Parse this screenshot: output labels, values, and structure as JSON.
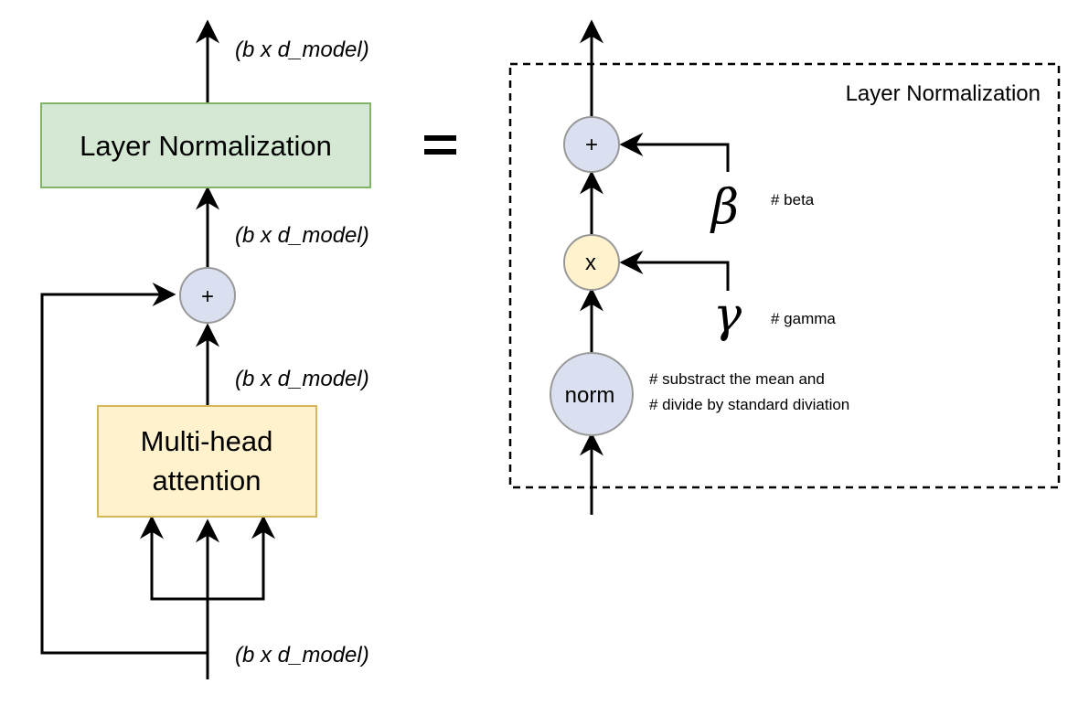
{
  "left": {
    "layer_norm_label": "Layer Normalization",
    "attention_label_line1": "Multi-head",
    "attention_label_line2": "attention",
    "add_symbol": "+",
    "dim_top": "(b x d_model)",
    "dim_after_add": "(b x d_model)",
    "dim_after_attention": "(b x d_model)",
    "dim_input": "(b x d_model)"
  },
  "equals": "=",
  "right": {
    "panel_title": "Layer Normalization",
    "add_symbol": "+",
    "mul_symbol": "x",
    "norm_label": "norm",
    "beta_symbol": "β",
    "beta_comment": "# beta",
    "gamma_symbol": "γ",
    "gamma_comment": "# gamma",
    "norm_comment_line1": "# substract the mean and",
    "norm_comment_line2": "# divide by standard diviation"
  },
  "colors": {
    "layer_norm_fill": "#d5e8d4",
    "layer_norm_stroke": "#82b366",
    "attention_fill": "#fff2cc",
    "attention_stroke": "#d6b656",
    "op_fill": "#dae0f0",
    "op_stroke": "#999999",
    "mul_fill": "#fff2cc",
    "mul_stroke": "#999999"
  }
}
